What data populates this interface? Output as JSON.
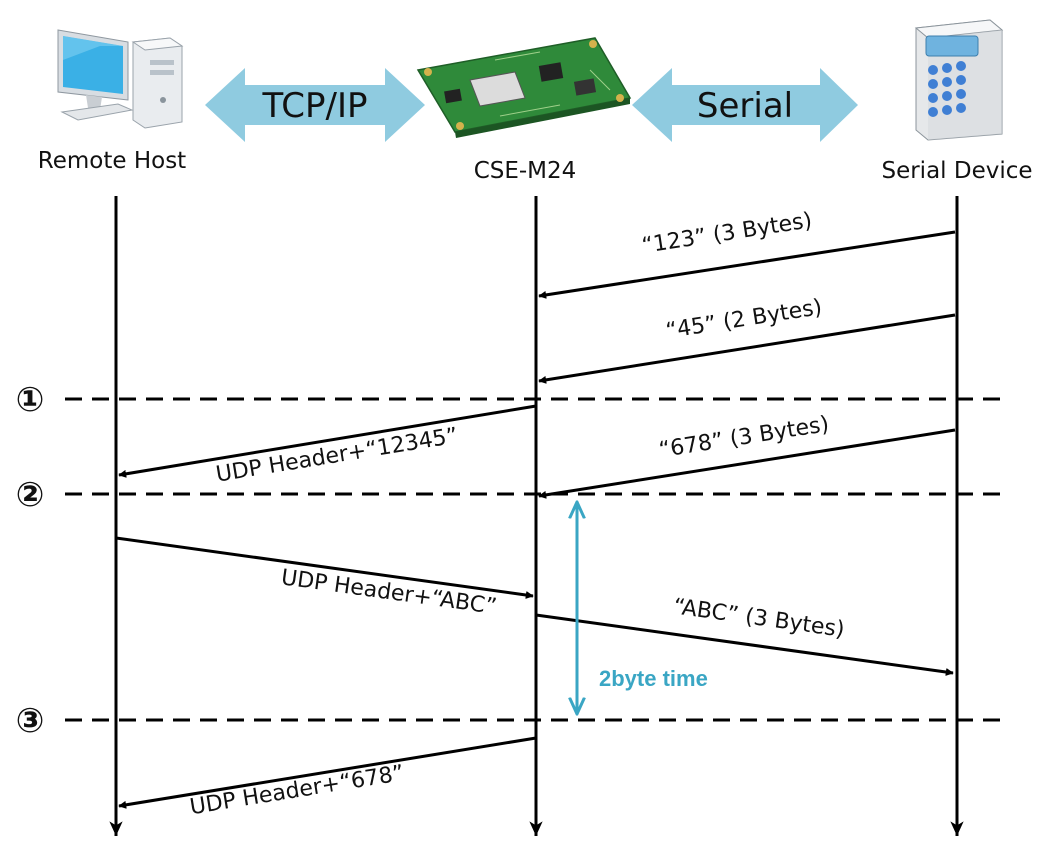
{
  "colors": {
    "line": "#000000",
    "arrow_band": "#8fcbe0",
    "timing": "#3aa6c4",
    "pcb": "#2f8a3a",
    "monitor_screen": "#3ab0e6"
  },
  "entities": [
    {
      "label": "Remote Host",
      "icon": "computer-icon"
    },
    {
      "label": "CSE-M24",
      "icon": "circuit-board-icon"
    },
    {
      "label": "Serial Device",
      "icon": "keypad-device-icon"
    }
  ],
  "links": [
    {
      "label": "TCP/IP"
    },
    {
      "label": "Serial"
    }
  ],
  "markers": [
    {
      "label": "①"
    },
    {
      "label": "②"
    },
    {
      "label": "③"
    }
  ],
  "messages": [
    {
      "label": "“123” (3 Bytes)"
    },
    {
      "label": "“45” (2 Bytes)"
    },
    {
      "label": "UDP Header+“12345”"
    },
    {
      "label": "“678” (3 Bytes)"
    },
    {
      "label": "UDP Header+“ABC”"
    },
    {
      "label": "“ABC” (3 Bytes)"
    },
    {
      "label": "UDP Header+“678”"
    }
  ],
  "timing": {
    "label": "2byte time"
  }
}
